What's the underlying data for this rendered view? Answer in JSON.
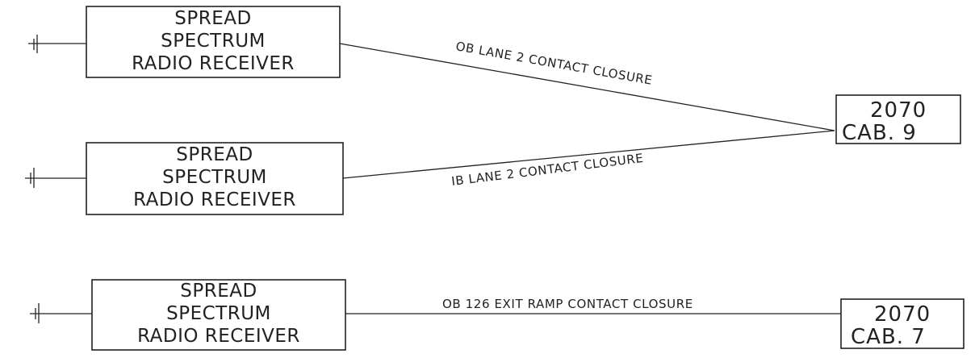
{
  "receivers": [
    {
      "lines": [
        "SPREAD",
        "SPECTRUM",
        "RADIO RECEIVER"
      ]
    },
    {
      "lines": [
        "SPREAD",
        "SPECTRUM",
        "RADIO RECEIVER"
      ]
    },
    {
      "lines": [
        "SPREAD",
        "SPECTRUM",
        "RADIO RECEIVER"
      ]
    }
  ],
  "cabinets": [
    {
      "model": "2070",
      "label": "CAB. 9"
    },
    {
      "model": "2070",
      "label": "CAB. 7"
    }
  ],
  "connections": [
    {
      "label": "OB LANE 2 CONTACT CLOSURE"
    },
    {
      "label": "IB LANE 2 CONTACT CLOSURE"
    },
    {
      "label": "OB 126 EXIT RAMP CONTACT CLOSURE"
    }
  ]
}
